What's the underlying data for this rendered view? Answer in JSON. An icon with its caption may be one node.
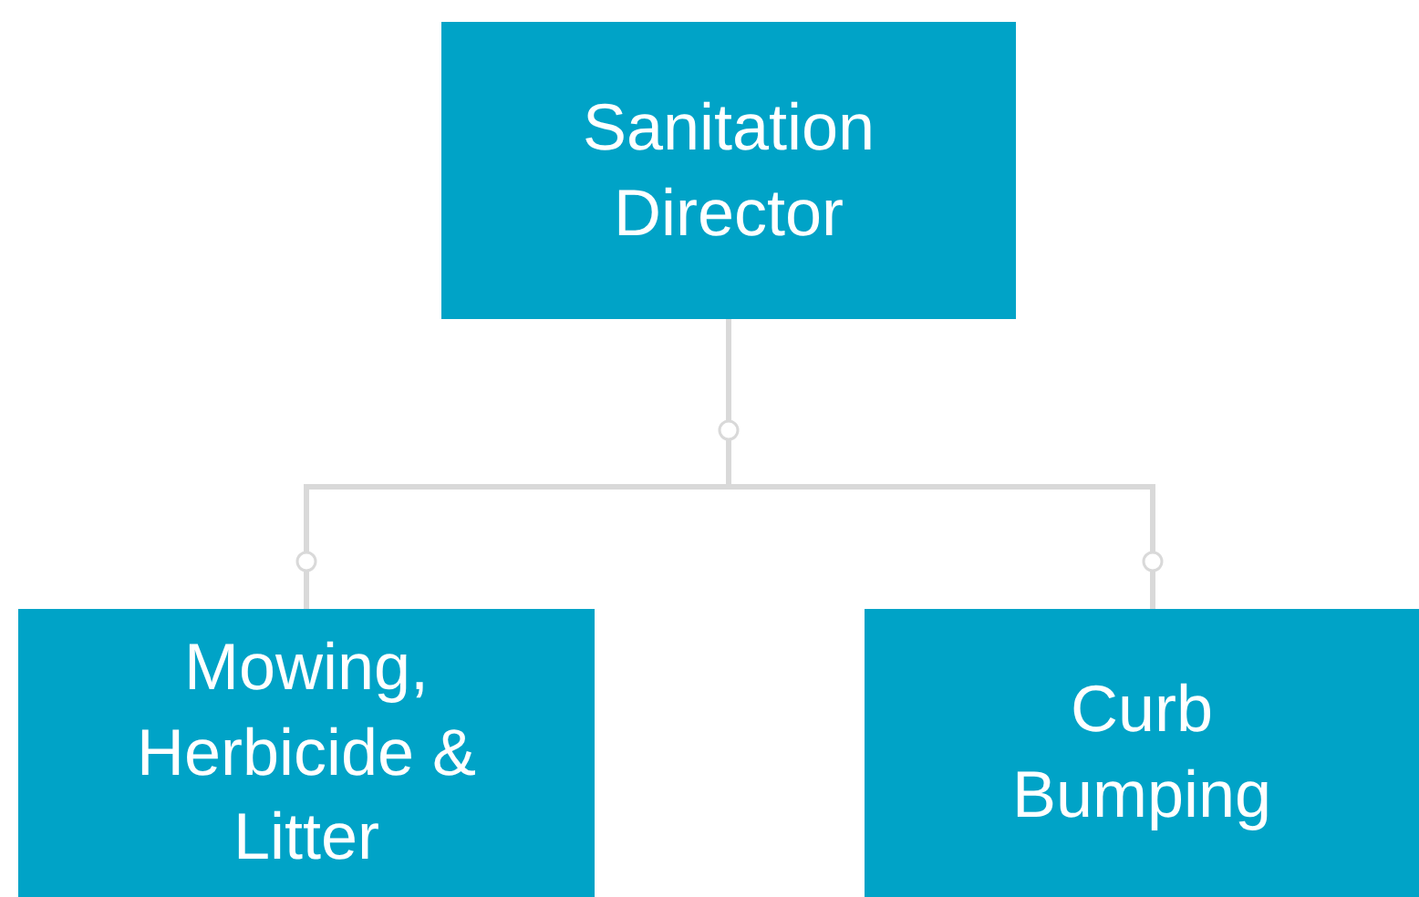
{
  "diagram": {
    "nodes": [
      {
        "text": [
          "Sanitation Director"
        ]
      },
      {
        "text": [
          "Mowing, Herbicide & Litter"
        ]
      },
      {
        "text": [
          "Curb Bumping"
        ]
      }
    ],
    "edges": [
      {
        "from": 0,
        "to": 1,
        "arrow": "other"
      },
      {
        "from": 0,
        "to": 2,
        "arrow": "other"
      }
    ]
  }
}
